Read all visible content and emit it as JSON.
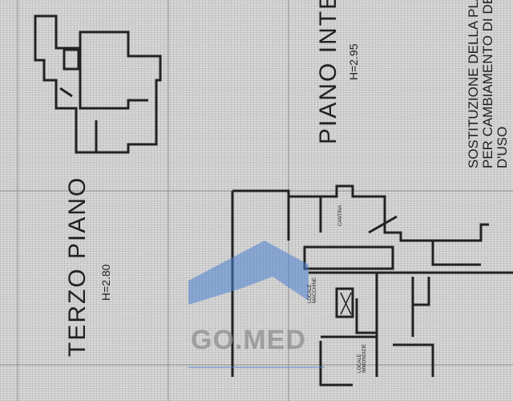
{
  "plan": {
    "third_floor_label": "TERZO PIANO",
    "third_floor_height": "H=2.80",
    "interrato_label": "PIANO INTER",
    "interrato_height": "H=2.95",
    "note_lines": [
      "SOSTITUZIONE DELLA PLA",
      "PER CAMBIAMENTO DI DES",
      "D'USO"
    ],
    "room_labels": {
      "cantina": "CANTINA",
      "locale_macchine": "LOCALE MACCHINE",
      "locale_immondizie": "LOCALE IMMONDIZIE"
    }
  },
  "watermark": {
    "text": "GO.MED",
    "color": "#4a7fd0"
  }
}
